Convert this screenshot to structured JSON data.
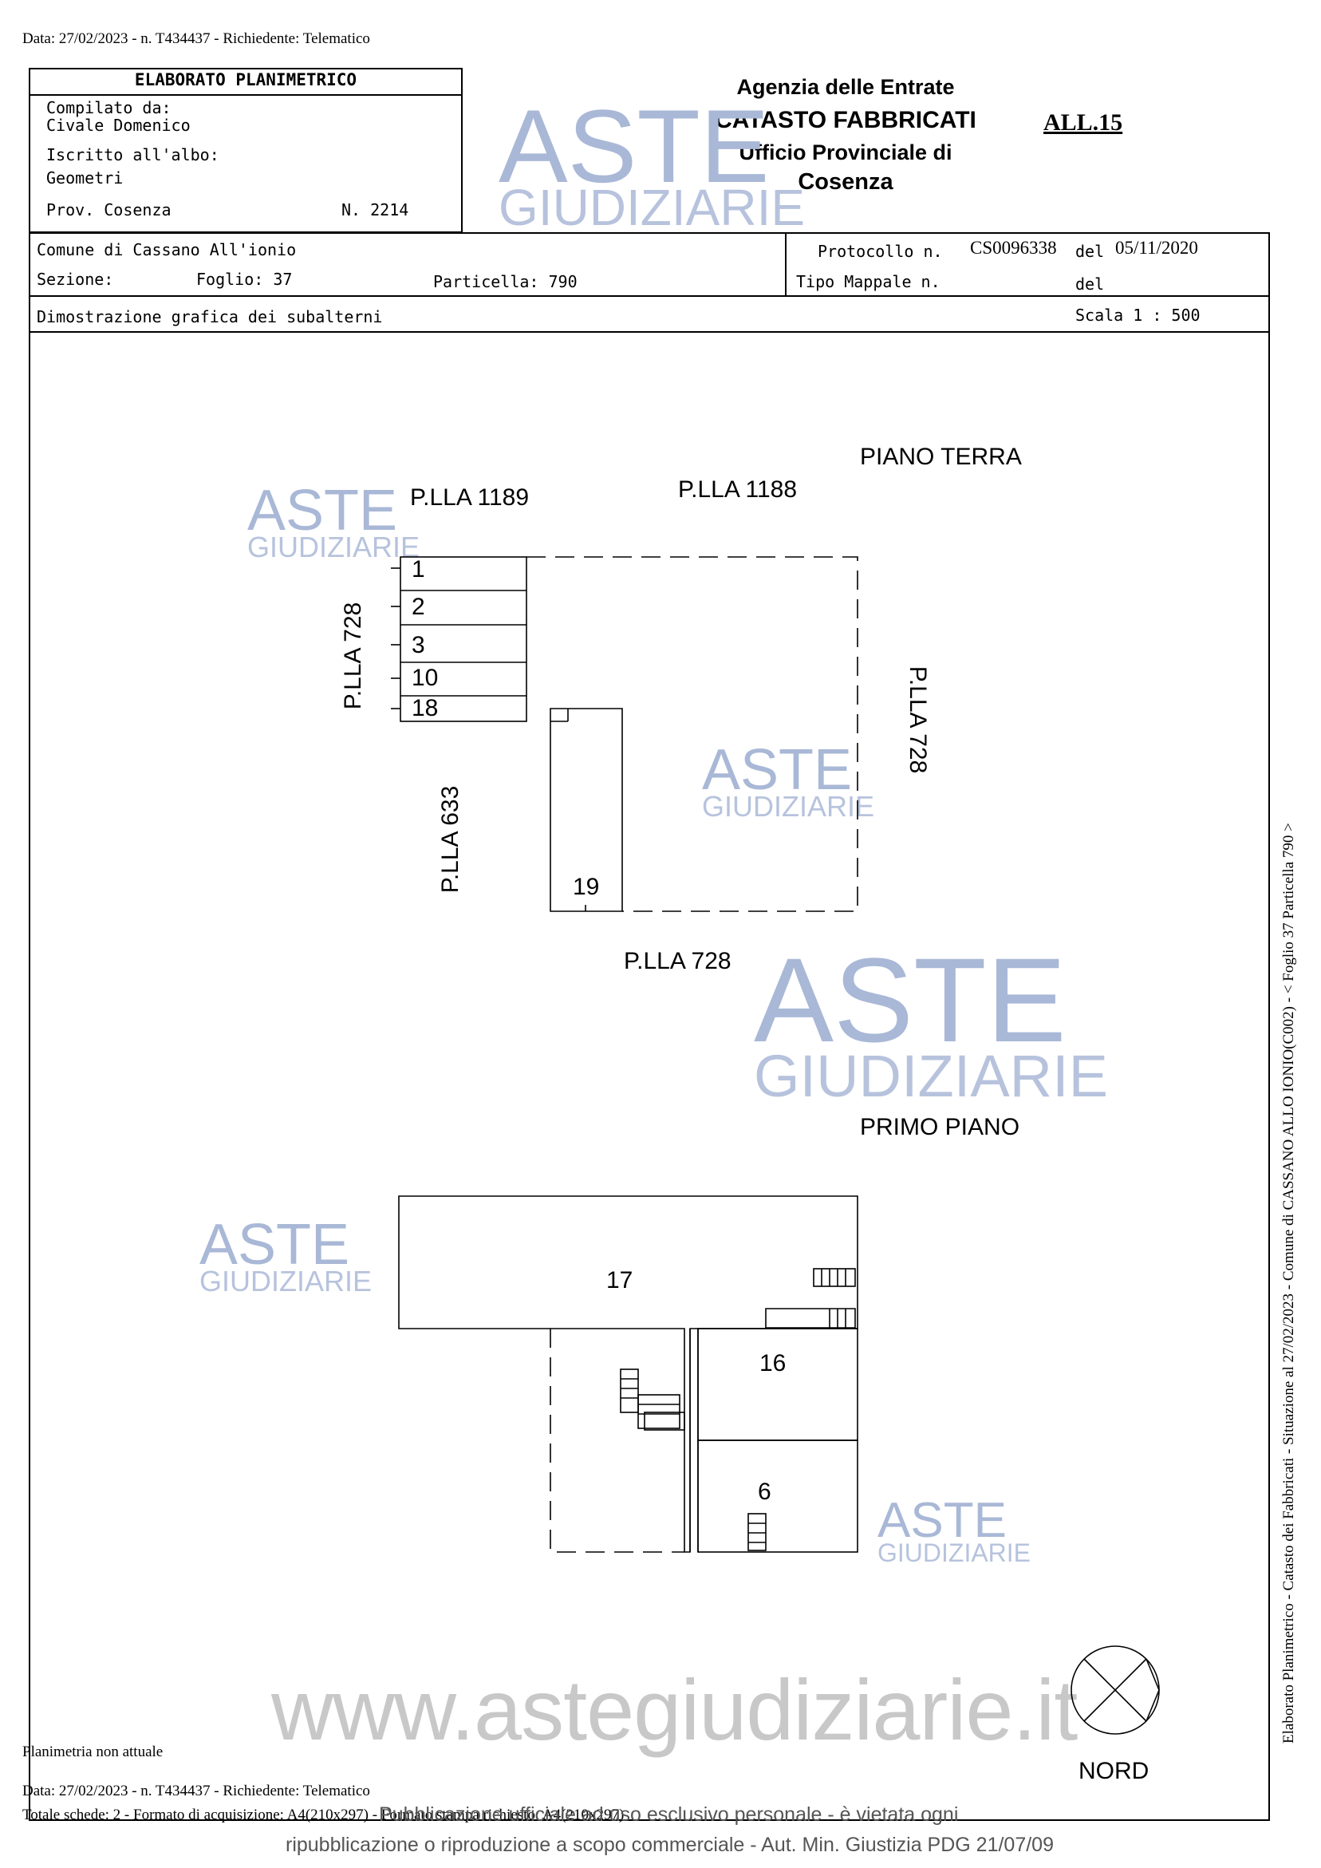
{
  "header_top": "Data: 27/02/2023 - n. T434437 - Richiedente: Telematico",
  "title_block": {
    "title": "ELABORATO PLANIMETRICO",
    "compiled_by_label": "Compilato da:",
    "compiled_by_name": "Civale Domenico",
    "registered_label": "Iscritto all'albo:",
    "registered_value": "Geometri",
    "province": "Prov. Cosenza",
    "number": "N. 2214"
  },
  "agency": {
    "line1": "Agenzia delle Entrate",
    "line2": "CATASTO FABBRICATI",
    "line3": "Ufficio Provinciale di",
    "line4": "Cosenza"
  },
  "attachment": "ALL.15",
  "info_row": {
    "comune": "Comune di Cassano All'ionio",
    "sezione": "Sezione:",
    "foglio": "Foglio: 37",
    "particella": "Particella: 790",
    "protocollo_label": "Protocollo n.",
    "protocollo_value": "CS0096338",
    "del_label": "del",
    "del_value": "05/11/2020",
    "tipo_mappale": "Tipo Mappale n.",
    "del2_label": "del"
  },
  "demo_row": {
    "label": "Dimostrazione grafica dei subalterni",
    "scale": "Scala 1 : 500"
  },
  "plan": {
    "ground_floor_title": "PIANO TERRA",
    "first_floor_title": "PRIMO PIANO",
    "neighbors": {
      "top_left": "P.LLA 1189",
      "top": "P.LLA 1188",
      "left": "P.LLA 728",
      "right": "P.LLA 728",
      "left_lower": "P.LLA 633",
      "bottom": "P.LLA 728"
    },
    "ground_units": [
      "1",
      "2",
      "3",
      "10",
      "18"
    ],
    "unit_19": "19",
    "unit_17": "17",
    "unit_16": "16",
    "unit_6": "6",
    "north": "NORD"
  },
  "side_text": "Elaborato Planimetrico - Catasto dei Fabbricati - Situazione al 27/02/2023 - Comune di CASSANO ALLO IONIO(C002) - < Foglio 37 Particella 790 >",
  "watermark": {
    "aste": "ASTE",
    "giudiziarie": "GIUDIZIARIE",
    "site": "www.astegiudiziarie.it"
  },
  "footer": {
    "not_current": "Planimetria non attuale",
    "date_line": "Data: 27/02/2023 - n. T434437 - Richiedente: Telematico",
    "totals": "Totale schede: 2 - Formato di acquisizione: A4(210x297) - Formato stampa richiesto: A4(210x297)",
    "publication1": "Pubblicazione ufficiale ad uso esclusivo personale - è vietata ogni",
    "publication2": "ripubblicazione o riproduzione a scopo commerciale - Aut. Min. Giustizia PDG 21/07/09"
  }
}
